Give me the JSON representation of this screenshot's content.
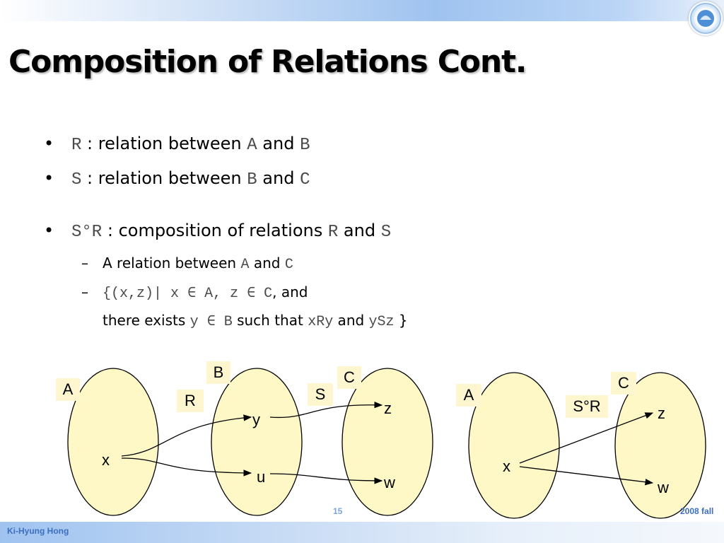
{
  "title": "Composition of Relations Cont.",
  "bullets": {
    "b1": {
      "sym": "•",
      "r": "R",
      "t1": " : relation between ",
      "a": "A",
      "t2": " and ",
      "b": "B"
    },
    "b2": {
      "sym": "•",
      "s": "S",
      "t1": " : relation between ",
      "b": "B",
      "t2": " and ",
      "c": "C"
    },
    "b3": {
      "sym": "•",
      "sr": "S°R",
      "t1": " : composition of relations ",
      "r": "R",
      "t2": " and ",
      "s": "S"
    }
  },
  "subs": {
    "s1": {
      "dash": "–",
      "t1": "A relation between ",
      "a": "A",
      "t2": " and ",
      "c": "C"
    },
    "s2": {
      "dash": "–",
      "m1": "{(x,z)| x ∈ A, z ∈ C",
      "t1": ", and"
    },
    "s3": {
      "t1": "there exists ",
      "m1": "y ∈ B",
      "t2": " such that ",
      "m2": "xRy",
      "t3": " and ",
      "m3": "ySz",
      "t4": " }"
    }
  },
  "diagram1": {
    "set_labels": {
      "a": "A",
      "b": "B",
      "c": "C"
    },
    "relation_labels": {
      "r": "R",
      "s": "S"
    },
    "nodes": {
      "x": "x",
      "y": "y",
      "u": "u",
      "z": "z",
      "w": "w"
    }
  },
  "diagram2": {
    "set_labels": {
      "a": "A",
      "c": "C"
    },
    "relation_labels": {
      "sr": "S°R"
    },
    "nodes": {
      "x": "x",
      "z": "z",
      "w": "w"
    }
  },
  "footer": {
    "author": "Ki-Hyung Hong",
    "page": "15",
    "term": "2008 fall"
  },
  "colors": {
    "set_fill": "#fdf8c6",
    "label_fill": "#fdf6cf",
    "accent": "#3c6fc0"
  }
}
